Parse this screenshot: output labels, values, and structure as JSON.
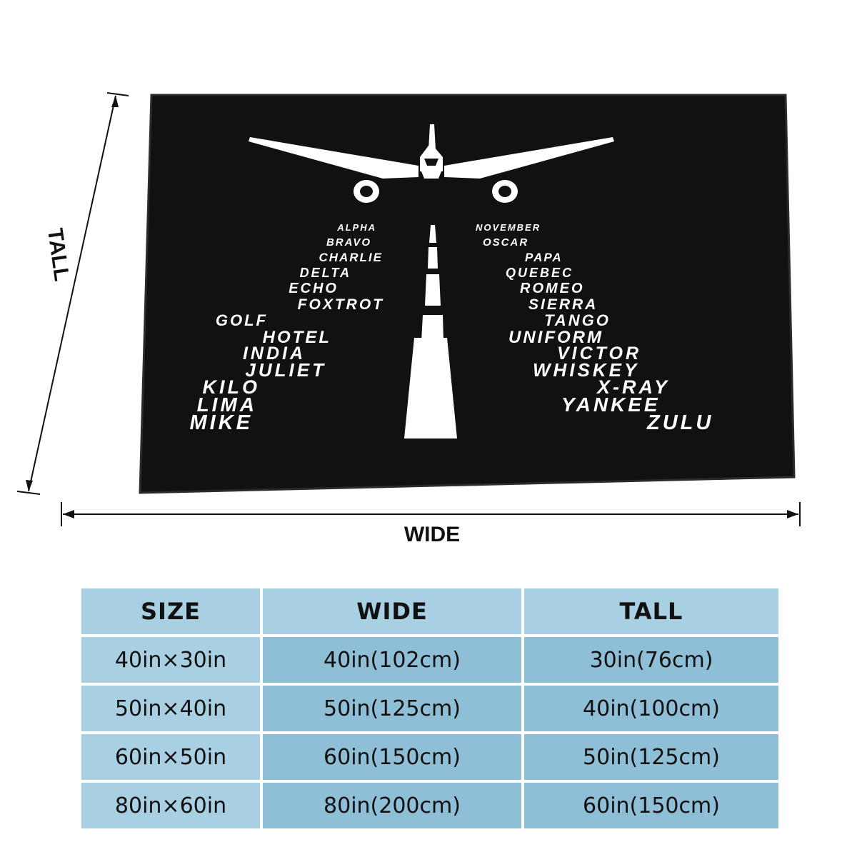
{
  "dimension_labels": {
    "tall": "TALL",
    "wide": "WIDE"
  },
  "phonetic_alphabet": {
    "left": [
      "ALPHA",
      "BRAVO",
      "CHARLIE",
      "DELTA",
      "ECHO",
      "FOXTROT",
      "GOLF",
      "HOTEL",
      "INDIA",
      "JULIET",
      "KILO",
      "LIMA",
      "MIKE"
    ],
    "right": [
      "NOVEMBER",
      "OSCAR",
      "PAPA",
      "QUEBEC",
      "ROMEO",
      "SIERRA",
      "TANGO",
      "UNIFORM",
      "VICTOR",
      "WHISKEY",
      "X-RAY",
      "YANKEE",
      "ZULU"
    ]
  },
  "icons": {
    "airplane": "airplane-icon",
    "runway": "runway-markings"
  },
  "colors": {
    "blanket": "#111111",
    "print": "#ffffff",
    "header_cell": "#a8d0e2",
    "label_cell": "#a8d0e2",
    "value_cell": "#8fbfd6"
  },
  "size_table": {
    "headers": [
      "SIZE",
      "WIDE",
      "TALL"
    ],
    "rows": [
      [
        "40in×30in",
        "40in(102cm)",
        "30in(76cm)"
      ],
      [
        "50in×40in",
        "50in(125cm)",
        "40in(100cm)"
      ],
      [
        "60in×50in",
        "60in(150cm)",
        "50in(125cm)"
      ],
      [
        "80in×60in",
        "80in(200cm)",
        "60in(150cm)"
      ]
    ]
  }
}
